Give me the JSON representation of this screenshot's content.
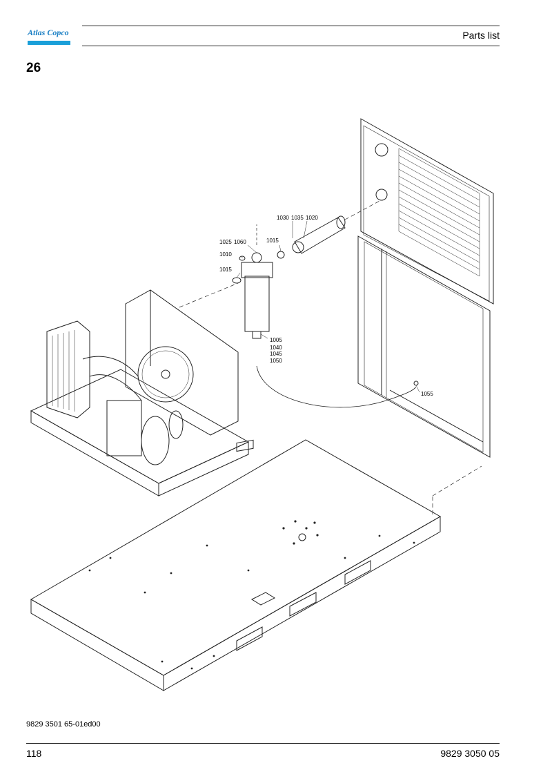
{
  "header": {
    "logo_text": "Atlas Copco",
    "title": "Parts list"
  },
  "section_number": "26",
  "callouts": [
    "1030",
    "1035",
    "1020",
    "1025",
    "1060",
    "1015",
    "1010",
    "1015",
    "1005",
    "1040",
    "1045",
    "1050",
    "1055"
  ],
  "footer": {
    "drawing_ref": "9829 3501 65-01ed00",
    "page_number": "118",
    "document_number": "9829 3050 05"
  },
  "colors": {
    "brand_blue": "#1a9fd9",
    "line": "#222222"
  }
}
